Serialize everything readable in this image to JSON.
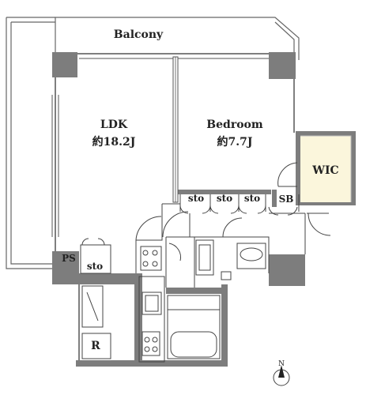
{
  "labels": {
    "balcony": "Balcony",
    "ldk": "LDK",
    "ldk_size": "約18.2J",
    "bedroom": "Bedroom",
    "bedroom_size": "約7.7J",
    "wic": "WIC",
    "sto_1": "sto",
    "sto_2": "sto",
    "sto_3": "sto",
    "sto_4": "sto",
    "sb": "SB",
    "ps": "PS",
    "r": "R",
    "north": "N"
  },
  "colors": {
    "wall": "#7d7d7d",
    "wic_fill": "#fbf6dc",
    "line": "#444444"
  }
}
